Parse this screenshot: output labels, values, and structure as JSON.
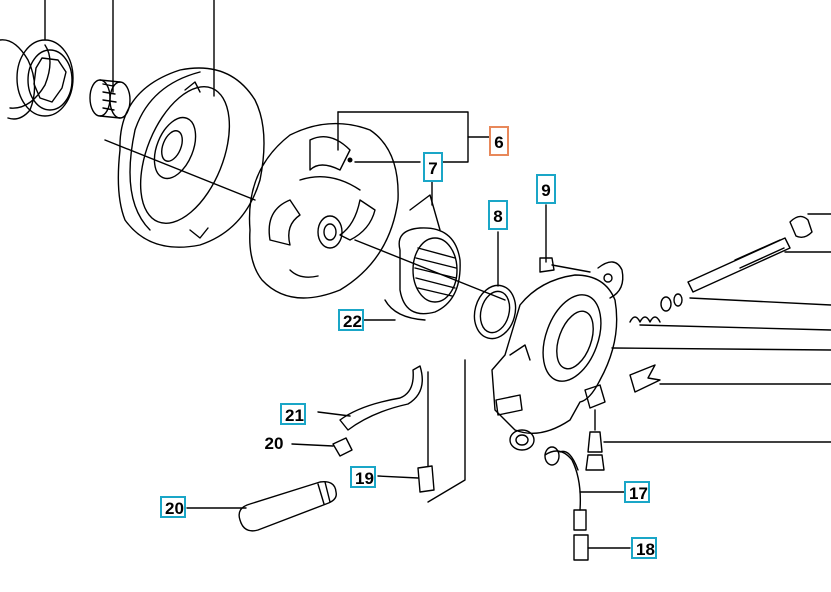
{
  "callouts": [
    {
      "id": "c6",
      "label": "6",
      "style": "boxed-orange"
    },
    {
      "id": "c7",
      "label": "7",
      "style": "boxed"
    },
    {
      "id": "c8",
      "label": "8",
      "style": "boxed"
    },
    {
      "id": "c9",
      "label": "9",
      "style": "boxed"
    },
    {
      "id": "c22",
      "label": "22",
      "style": "boxed"
    },
    {
      "id": "c21",
      "label": "21",
      "style": "boxed"
    },
    {
      "id": "c20a",
      "label": "20",
      "style": "plain"
    },
    {
      "id": "c19",
      "label": "19",
      "style": "boxed"
    },
    {
      "id": "c20b",
      "label": "20",
      "style": "boxed"
    },
    {
      "id": "c17",
      "label": "17",
      "style": "boxed"
    },
    {
      "id": "c18",
      "label": "18",
      "style": "boxed"
    }
  ],
  "colors": {
    "line": "#000000",
    "callout_border": "#1aa6c7",
    "highlight_border": "#e8885a",
    "background": "#ffffff"
  }
}
